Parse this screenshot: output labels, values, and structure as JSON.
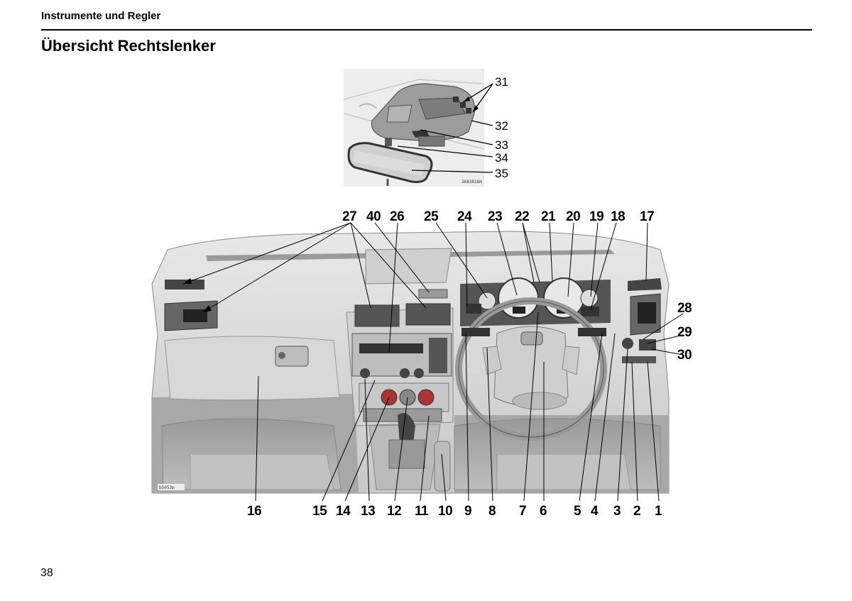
{
  "header": {
    "section": "Instrumente und Regler",
    "title": "Übersicht Rechtslenker"
  },
  "page_number": "38",
  "figure_top": {
    "code": "3683816m",
    "callouts": [
      "31",
      "32",
      "33",
      "34",
      "35"
    ]
  },
  "figure_main": {
    "code": "b5052m",
    "callouts_top": [
      "27",
      "40",
      "26",
      "25",
      "24",
      "23",
      "22",
      "21",
      "20",
      "19",
      "18",
      "17"
    ],
    "callouts_right": [
      "28",
      "29",
      "30"
    ],
    "callouts_bottom": [
      "16",
      "15",
      "14",
      "13",
      "12",
      "11",
      "10",
      "9",
      "8",
      "7",
      "6",
      "5",
      "4",
      "3",
      "2",
      "1"
    ]
  }
}
